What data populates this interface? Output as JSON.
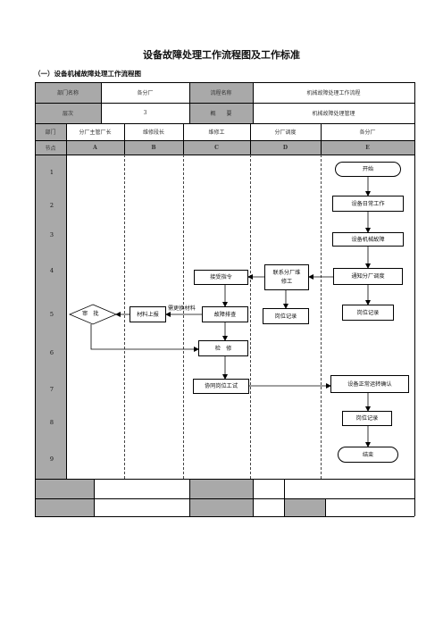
{
  "page": {
    "title": "设备故障处理工作流程图及工作标准",
    "subtitle": "（一）设备机械故障处理工作流程图"
  },
  "info": {
    "dept_label": "部门名称",
    "dept_value": "各分厂",
    "process_label": "流程名称",
    "process_value": "机械故障处理工作流程",
    "level_label": "层次",
    "level_value": "3",
    "summary_label": "概　　要",
    "summary_value": "机械故障处理管理"
  },
  "lanes": {
    "header_label": "部门",
    "node_label": "节点",
    "names": [
      "分厂主管厂长",
      "维修段长",
      "维修工",
      "分厂调度",
      "各分厂"
    ],
    "letters": [
      "A",
      "B",
      "C",
      "D",
      "E"
    ]
  },
  "node_numbers": [
    "1",
    "2",
    "3",
    "4",
    "5",
    "6",
    "7",
    "8",
    "9"
  ],
  "flow": {
    "start": "开始",
    "daily_work": "设备日常工作",
    "machine_fault": "设备机械故障",
    "notify_dispatch": "通知分厂调度",
    "contact_line1": "联系分厂维",
    "contact_line2": "修工",
    "receive_order": "接受指令",
    "post_record_d": "岗位记录",
    "post_record_e5": "岗位记录",
    "troubleshoot": "故障排查",
    "material_report": "材料上报",
    "replace_note": "需更换材料",
    "approve": "审　批",
    "repair": "检　修",
    "joint_test": "协同岗位工试",
    "confirm": "设备正常运转确认",
    "post_record_e8": "岗位记录",
    "end": "结束"
  }
}
